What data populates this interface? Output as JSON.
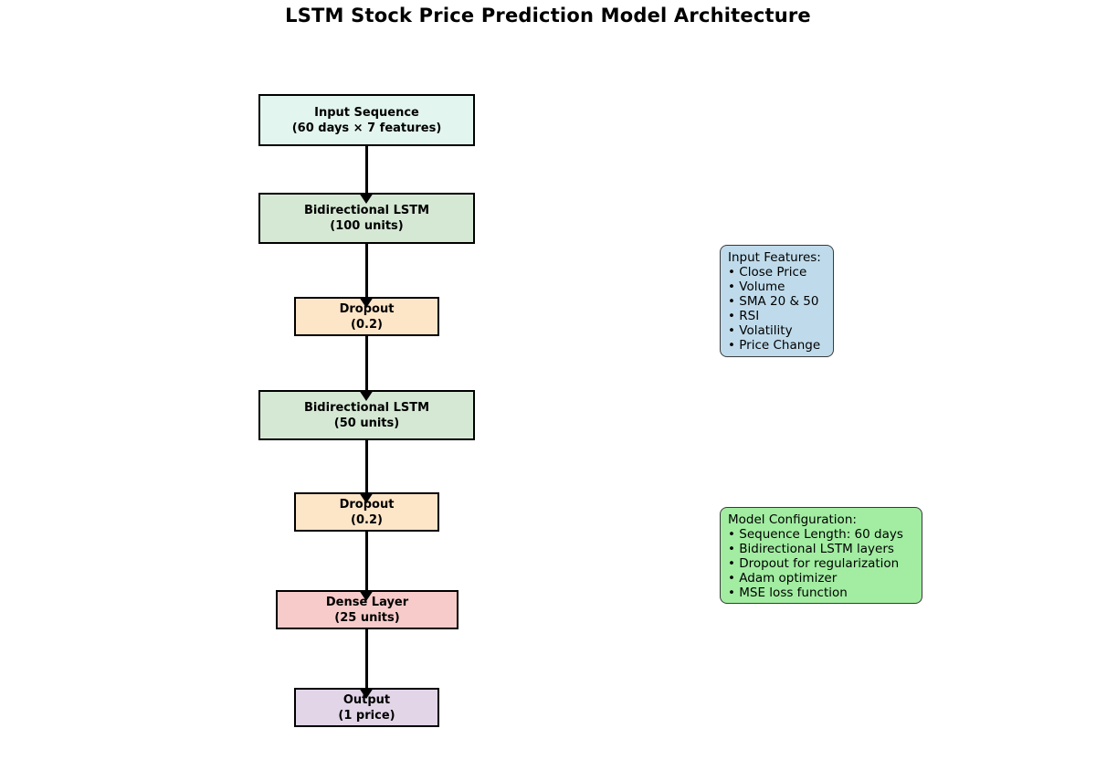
{
  "title": "LSTM Stock Price Prediction Model Architecture",
  "flow": {
    "nodes": [
      {
        "label": "Input Sequence",
        "sublabel": "(60 days × 7 features)",
        "fill": "#e2f5ee"
      },
      {
        "label": "Bidirectional LSTM",
        "sublabel": "(100 units)",
        "fill": "#d5e8d4"
      },
      {
        "label": "Dropout",
        "sublabel": "(0.2)",
        "fill": "#fde5c7"
      },
      {
        "label": "Bidirectional LSTM",
        "sublabel": "(50 units)",
        "fill": "#d5e8d4"
      },
      {
        "label": "Dropout",
        "sublabel": "(0.2)",
        "fill": "#fde5c7"
      },
      {
        "label": "Dense Layer",
        "sublabel": "(25 units)",
        "fill": "#f7cbc9"
      },
      {
        "label": "Output",
        "sublabel": "(1 price)",
        "fill": "#e1d5e7"
      }
    ]
  },
  "annotations": [
    {
      "title": "Input Features:",
      "fill": "#bfdbeb",
      "items": [
        "Close Price",
        "Volume",
        "SMA 20 & 50",
        "RSI",
        "Volatility",
        "Price Change"
      ]
    },
    {
      "title": "Model Configuration:",
      "fill": "#a2eda2",
      "items": [
        "Sequence Length: 60 days",
        "Bidirectional LSTM layers",
        "Dropout for regularization",
        "Adam optimizer",
        "MSE loss function"
      ]
    }
  ]
}
